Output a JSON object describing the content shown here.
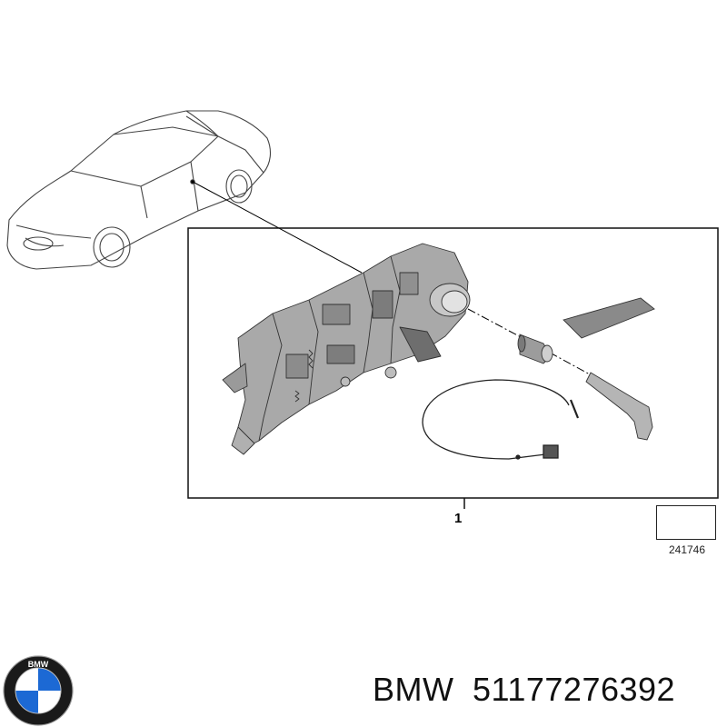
{
  "diagram": {
    "callout_number": "1",
    "reference_number": "241746"
  },
  "footer": {
    "brand": "BMW",
    "part_number": "51177276392",
    "logo_letters": "BMW"
  },
  "colors": {
    "line": "#333333",
    "part_fill": "#a9a9a9",
    "part_dark": "#6e6e6e",
    "logo_blue": "#1c69d4",
    "logo_ring": "#1a1a1a"
  },
  "icons": {
    "car": "car-outline-icon",
    "lock": "door-lock-assembly-icon",
    "logo": "bmw-roundel-icon",
    "corner": "folded-corner-arrow-icon"
  }
}
